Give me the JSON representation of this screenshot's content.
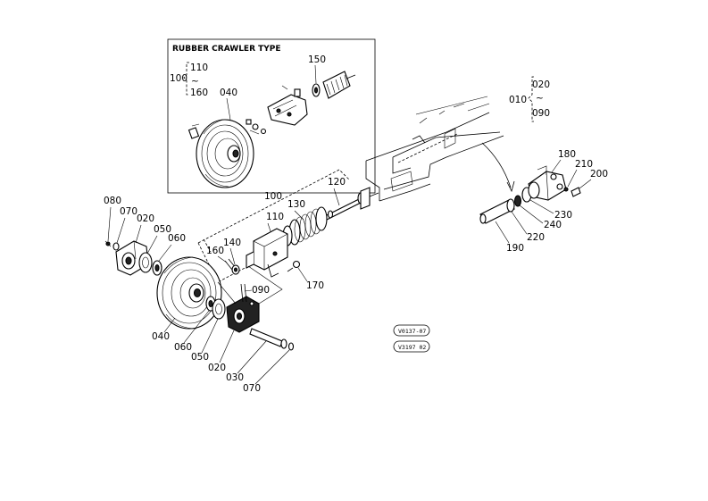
{
  "inset": {
    "title": "RUBBER CRAWLER TYPE",
    "labels": {
      "p100": "100",
      "p110": "110",
      "p160": "160",
      "p040": "040",
      "p150": "150",
      "tilde": "~"
    }
  },
  "main": {
    "labels": {
      "p080": "080",
      "p070a": "070",
      "p020a": "020",
      "p050a": "050",
      "p060a": "060",
      "p040": "040",
      "p060b": "060",
      "p050b": "050",
      "p020b": "020",
      "p030": "030",
      "p070b": "070",
      "p090a": "090",
      "p160": "160",
      "p140": "140",
      "p100": "100",
      "p110": "110",
      "p130": "130",
      "p120": "120",
      "p170": "170",
      "p010": "010",
      "p020c": "020",
      "p090b": "090",
      "tilde": "~",
      "p180": "180",
      "p210": "210",
      "p200": "200",
      "p230": "230",
      "p240": "240",
      "p220": "220",
      "p190": "190"
    }
  },
  "refs": {
    "ref1": "V0137-07",
    "ref2": "V3197 02"
  }
}
